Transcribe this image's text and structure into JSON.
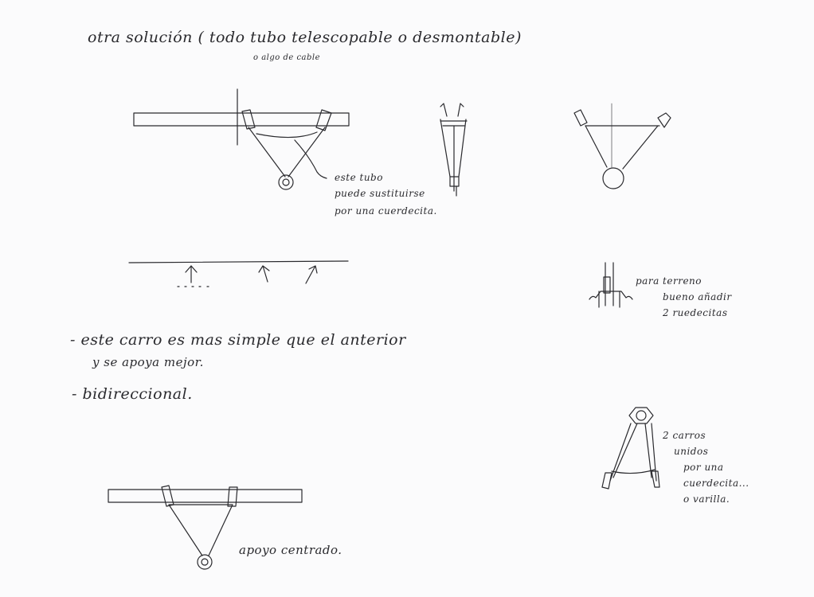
{
  "notes": {
    "title_line": "otra solución ( todo tubo telescopable o desmontable)",
    "title_sub": "o algo de cable",
    "tube_note": [
      "este tubo",
      "puede sustituirse",
      "por una cuerdecita."
    ],
    "terrain_note": [
      "para terreno",
      "bueno añadir",
      "2 ruedecitas"
    ],
    "bullet_1": [
      "- este carro es mas simple que el anterior",
      "y se apoya mejor."
    ],
    "bullet_2": "- bidireccional.",
    "two_carts_note": [
      "2 carros",
      "unidos",
      "por una",
      "cuerdecita...",
      "o varilla."
    ],
    "centered_support": "apoyo centrado."
  },
  "ink_color": "#2a2a2e"
}
